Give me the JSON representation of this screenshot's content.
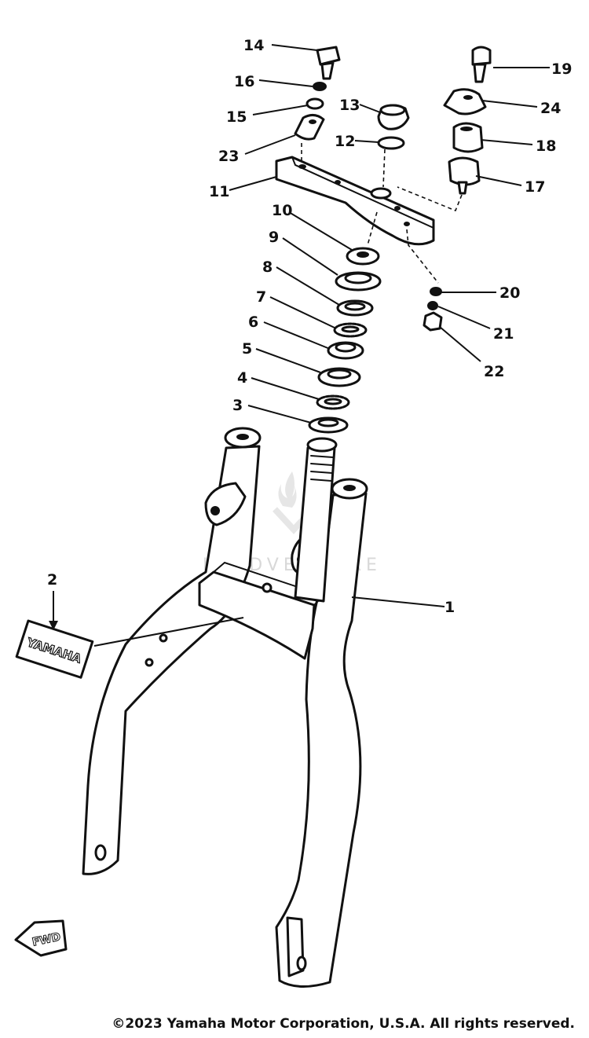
{
  "labels": {
    "p1": "1",
    "p2": "2",
    "p3": "3",
    "p4": "4",
    "p5": "5",
    "p6": "6",
    "p7": "7",
    "p8": "8",
    "p9": "9",
    "p10": "10",
    "p11": "11",
    "p12": "12",
    "p13": "13",
    "p14": "14",
    "p15": "15",
    "p16": "16",
    "p17": "17",
    "p18": "18",
    "p19": "19",
    "p20": "20",
    "p21": "21",
    "p22": "22",
    "p23": "23",
    "p24": "24"
  },
  "emblem_text": "YAMAHA",
  "fwd_text": "FWD",
  "watermark_text": "LEADVENTURE",
  "copyright": "©2023 Yamaha Motor Corporation, U.S.A. All rights reserved."
}
